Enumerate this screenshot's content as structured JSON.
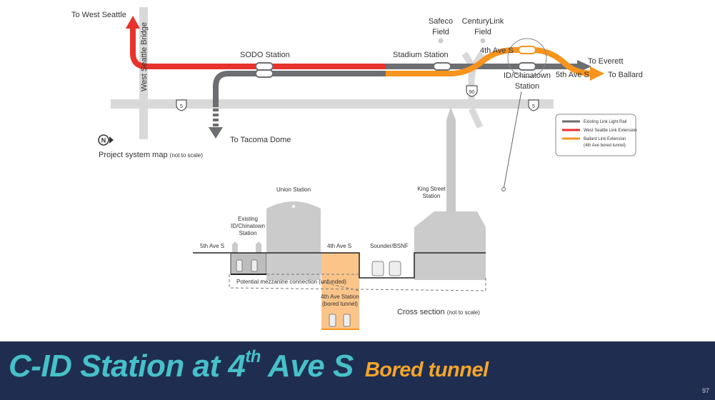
{
  "map": {
    "labels": {
      "west_seattle": "To West Seattle",
      "west_seattle_bridge": "West Seattle Bridge",
      "sodo_station": "SODO Station",
      "stadium_station": "Stadium Station",
      "safeco": [
        "Safeco",
        "Field"
      ],
      "centurylink": [
        "CenturyLink",
        "Field"
      ],
      "fourth_ave": "4th Ave S",
      "id_chinatown": [
        "ID/Chinatown",
        "Station"
      ],
      "fifth_ave": "5th Ave S",
      "to_everett": "To Everett",
      "to_ballard": "To Ballard",
      "to_tacoma": "To Tacoma Dome",
      "i5": "5",
      "i90": "90",
      "north": "N",
      "caption": "Project system map",
      "caption_note": "(not to scale)"
    },
    "legend": [
      {
        "label": "Existing Link Light Rail",
        "color": "#6d6e71"
      },
      {
        "label": "West Seattle Link Extension",
        "color": "#e8322c"
      },
      {
        "label": "Ballard Link Extension",
        "label2": "(4th Ave bored tunnel)",
        "color": "#f7941d"
      }
    ]
  },
  "cross_section": {
    "union_station": "Union Station",
    "king_street": [
      "King Street",
      "Station"
    ],
    "existing_station": [
      "Existing",
      "ID/Chinatown",
      "Station"
    ],
    "fifth_ave": "5th Ave S",
    "fourth_ave": "4th Ave S",
    "sounder": "Sounder/BSNF",
    "mezzanine": "Potential mezzanine connection (unfunded)",
    "new_station": [
      "4th Ave Station",
      "(bored tunnel)"
    ],
    "caption": "Cross section",
    "caption_note": "(not to scale)"
  },
  "footer": {
    "title_pre": "C-ID Station at 4",
    "title_sup": "th",
    "title_post": " Ave S",
    "subtitle": "Bored tunnel",
    "page_number": "97"
  },
  "colors": {
    "band": "#1f2e50",
    "title": "#47c0c9",
    "subtitle": "#f5a52a",
    "existing": "#6d6e71",
    "west_seattle": "#e8322c",
    "ballard": "#f7941d"
  }
}
